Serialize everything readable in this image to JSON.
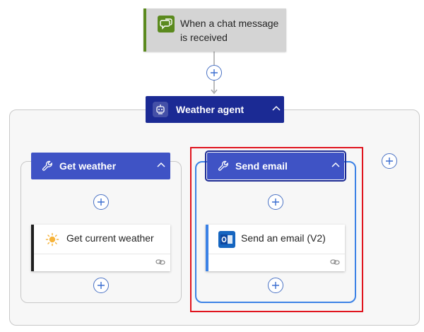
{
  "trigger": {
    "title": "When a chat message is received",
    "icon": "chat-icon",
    "accent": "#5b8a1e"
  },
  "agent": {
    "title": "Weather agent",
    "icon": "robot-icon",
    "color": "#1b2a94"
  },
  "tools": [
    {
      "title": "Get weather",
      "icon": "wrench-icon",
      "action": {
        "title": "Get current weather",
        "icon": "sun-icon",
        "accent": "#1f1f1f"
      }
    },
    {
      "title": "Send email",
      "icon": "wrench-icon",
      "selected": true,
      "action": {
        "title": "Send an email (V2)",
        "icon": "outlook-icon",
        "accent": "#3c82e6"
      }
    }
  ],
  "colors": {
    "tool_header": "#3f53c5",
    "selection": "#e0141e",
    "plus_border": "#4a72c4"
  }
}
